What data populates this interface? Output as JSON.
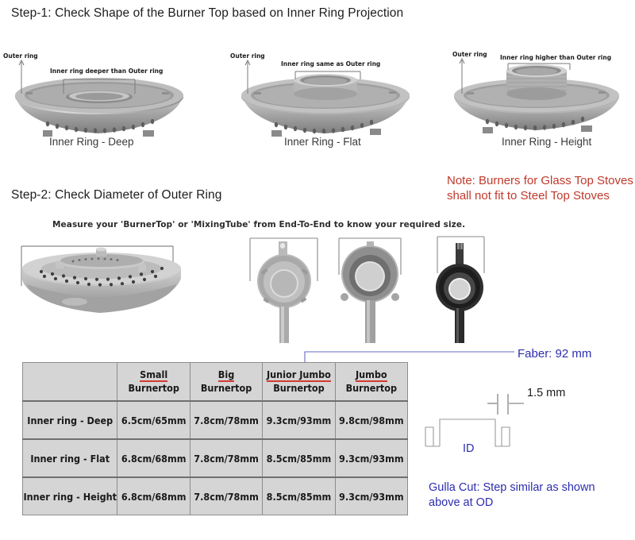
{
  "step1": {
    "heading": "Step-1: Check Shape of the Burner Top based on Inner Ring Projection",
    "figures": [
      {
        "caption": "Inner Ring - Deep",
        "outer_label": "Outer ring",
        "inner_label": "Inner ring deeper than Outer ring",
        "icon": "burner-top-deep-photo"
      },
      {
        "caption": "Inner Ring - Flat",
        "outer_label": "Outer ring",
        "inner_label": "Inner ring same as Outer ring",
        "icon": "burner-top-flat-photo"
      },
      {
        "caption": "Inner Ring - Height",
        "outer_label": "Outer ring",
        "inner_label": "Inner ring higher than Outer ring",
        "icon": "burner-top-height-photo"
      }
    ]
  },
  "step2": {
    "heading": "Step-2: Check Diameter of Outer Ring",
    "measure_note": "Measure your 'BurnerTop' or 'MixingTube' from End-To-End to know your required size.",
    "photos": [
      {
        "icon": "burner-top-perforated-photo"
      },
      {
        "icon": "mixing-tube-light-photo"
      },
      {
        "icon": "mixing-tube-medium-photo"
      },
      {
        "icon": "mixing-tube-dark-photo"
      }
    ]
  },
  "note": {
    "text": "Note: Burners for Glass Top Stoves shall not fit to Steel Top Stoves",
    "color": "#c0392b"
  },
  "annotations": {
    "faber": "Faber: 92 mm",
    "step_thickness": "1.5 mm",
    "inner_diameter": "ID",
    "gulla_note": "Gulla Cut: Step similar as shown above at OD",
    "accent_color": "#2d2db0"
  },
  "chart_data": {
    "type": "table",
    "title": "Burnertop outer ring diameter by inner ring shape",
    "column_headers": [
      {
        "top": "",
        "bottom": ""
      },
      {
        "top": "Small",
        "bottom": "Burnertop"
      },
      {
        "top": "Big",
        "bottom": "Burnertop"
      },
      {
        "top": "Junior Jumbo",
        "bottom": "Burnertop"
      },
      {
        "top": "Jumbo",
        "bottom": "Burnertop"
      }
    ],
    "rows": [
      {
        "label": "Inner ring - Deep",
        "values": [
          "6.5cm/65mm",
          "7.8cm/78mm",
          "9.3cm/93mm",
          "9.8cm/98mm"
        ]
      },
      {
        "label": "Inner ring - Flat",
        "values": [
          "6.8cm/68mm",
          "7.8cm/78mm",
          "8.5cm/85mm",
          "9.3cm/93mm"
        ]
      },
      {
        "label": "Inner ring - Height",
        "values": [
          "6.8cm/68mm",
          "7.8cm/78mm",
          "8.5cm/85mm",
          "9.3cm/93mm"
        ]
      }
    ],
    "header_underline_color": "#d13b32",
    "cell_background": "#d5d5d5",
    "grid": true
  }
}
